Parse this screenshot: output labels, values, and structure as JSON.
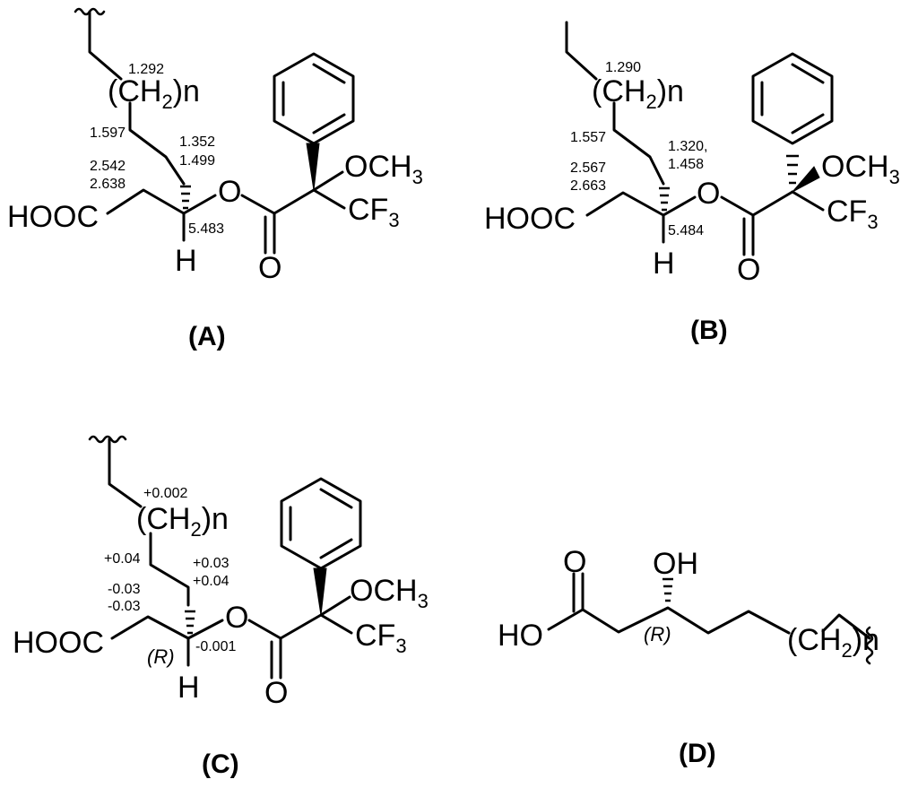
{
  "panels": {
    "a": {
      "label": "(A)",
      "acid": "HOOC",
      "hydrogen": "H",
      "ester_o": "O",
      "carbonyl_o": "O",
      "methoxy": "OCH",
      "methoxy_sub": "3",
      "trifluoro": "CF",
      "trifluoro_sub": "3",
      "chain": "(CH",
      "chain_sub": "2",
      "chain_end": ")n",
      "shifts": {
        "s1": "1.292",
        "s2": "1.597",
        "s3": "1.352",
        "s4": "1.499",
        "s5": "2.542",
        "s6": "2.638",
        "s7": "5.483"
      }
    },
    "b": {
      "label": "(B)",
      "acid": "HOOC",
      "hydrogen": "H",
      "ester_o": "O",
      "carbonyl_o": "O",
      "methoxy": "OCH",
      "methoxy_sub": "3",
      "trifluoro": "CF",
      "trifluoro_sub": "3",
      "chain": "(CH",
      "chain_sub": "2",
      "chain_end": ")n",
      "shifts": {
        "s1": "1.290",
        "s2": "1.557",
        "s3": "1.320,",
        "s4": "1.458",
        "s5": "2.567",
        "s6": "2.663",
        "s7": "5.484"
      }
    },
    "c": {
      "label": "(C)",
      "acid": "HOOC",
      "hydrogen": "H",
      "ester_o": "O",
      "carbonyl_o": "O",
      "methoxy": "OCH",
      "methoxy_sub": "3",
      "trifluoro": "CF",
      "trifluoro_sub": "3",
      "chain": "(CH",
      "chain_sub": "2",
      "chain_end": ")n",
      "config": "(R)",
      "shifts": {
        "s1": "+0.002",
        "s2": "+0.04",
        "s3": "+0.03",
        "s4": "+0.04",
        "s5": "-0.03",
        "s6": "-0.03",
        "s7": "-0.001"
      }
    },
    "d": {
      "label": "(D)",
      "acid_oh": "HO",
      "carbonyl_o": "O",
      "hydroxy": "OH",
      "config": "(R)",
      "chain": "(CH",
      "chain_sub": "2",
      "chain_end": ")n"
    }
  }
}
